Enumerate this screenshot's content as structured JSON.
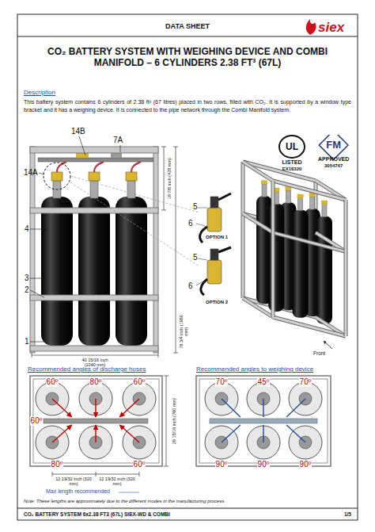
{
  "diagram": {
    "title": "CO₂ BATTERY SYSTEM WITH WEIGHING DEVICE AND COMBI MANIFOLD – 6 CYLINDERS 2.38 FT³ (67L)",
    "nodes": [
      {
        "text": [
          "UL",
          "LISTED",
          "EX16320"
        ]
      },
      {
        "text": [
          "FM",
          "APPROVED",
          "3054767"
        ]
      }
    ],
    "labels": [
      "DATA SHEET",
      "siex",
      "Description",
      "This battery system contains 6 cylinders of 2.38 ft³ (67 litres) placed in two rows, filled with CO₂. It is supported by a window type bracket and it has a weighing device. It is connected to the pipe network through the Combi Manifold system.",
      "14B",
      "7A",
      "14A",
      "4",
      "3",
      "2",
      "1",
      "76 3/4 inch (1950 mm)",
      "16 7/8 inch (428 mm)",
      "40 15/16 inch (1040 mm)",
      "5",
      "6",
      "OPTION 1",
      "5",
      "6",
      "OPTION 2",
      "Front",
      "Recommended angles of discharge hoses",
      "Recommended angles to weighing device",
      "60º",
      "80º",
      "60º",
      "60º",
      "80º",
      "60º",
      "29 15/16 inch (760 mm)",
      "12 19/32 inch (320 mm)",
      "12 19/32 inch (320 mm)",
      "Max length recommended",
      "70º",
      "45º",
      "70º",
      "90º",
      "90º",
      "90º",
      "Note: These lengths are approximately due to the different modes in the manufacturing process.",
      "CO₂ BATTERY SYSTEM 6x2.38 FT3 (67L) SIEX-WD & COMBI",
      "1/5"
    ]
  }
}
